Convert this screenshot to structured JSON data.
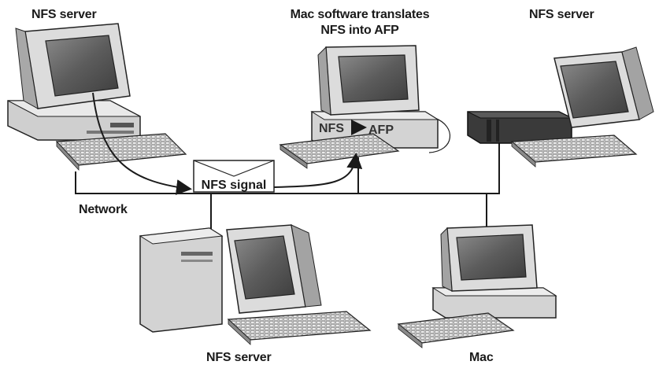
{
  "diagram": {
    "labels": {
      "server_top_left": "NFS server",
      "mac_translator_line1": "Mac software translates",
      "mac_translator_line2": "NFS into AFP",
      "server_top_right": "NFS server",
      "network": "Network",
      "signal": "NFS signal",
      "screen_nfs": "NFS",
      "screen_afp": "AFP",
      "server_bottom": "NFS server",
      "mac_bottom": "Mac"
    },
    "colors": {
      "line": "#1a1a1a",
      "monitor_body": "#d9d9d9",
      "screen": "#6e6e6e",
      "shadow": "#9a9a9a",
      "dark_unit": "#3a3a3a"
    }
  }
}
